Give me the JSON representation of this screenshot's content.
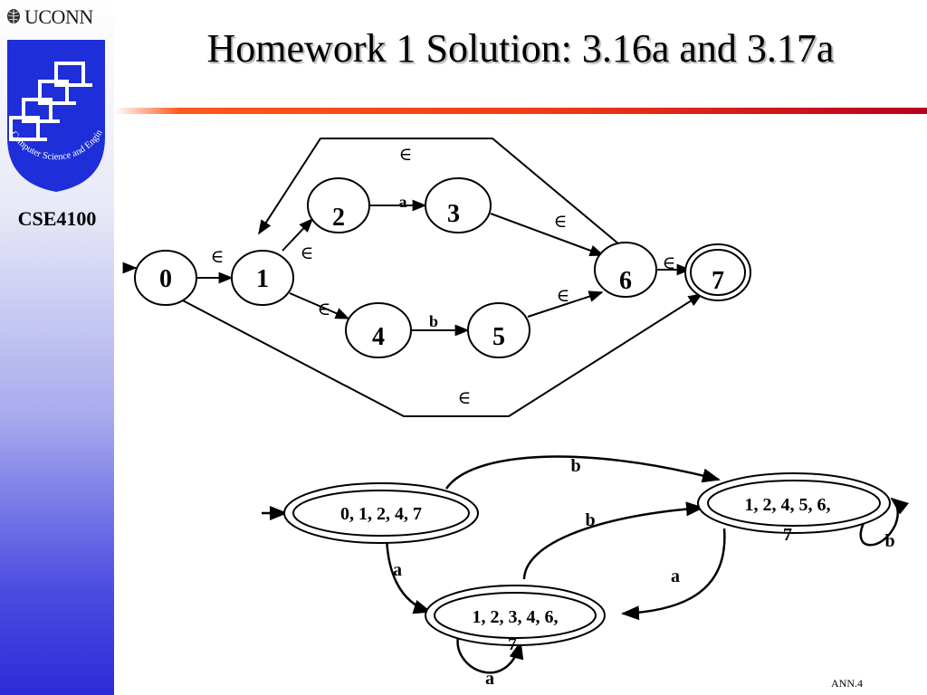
{
  "header": {
    "university": "UCONN",
    "course": "CSE4100",
    "title": "Homework 1 Solution: 3.16a and 3.17a",
    "slide_number": "ANN.4",
    "logo_text": "Computer Science and Engineering"
  },
  "nfa": {
    "states": [
      {
        "id": "0",
        "label": "0",
        "start": true,
        "accepting": false
      },
      {
        "id": "1",
        "label": "1",
        "start": false,
        "accepting": false
      },
      {
        "id": "2",
        "label": "2",
        "start": false,
        "accepting": false
      },
      {
        "id": "3",
        "label": "3",
        "start": false,
        "accepting": false
      },
      {
        "id": "4",
        "label": "4",
        "start": false,
        "accepting": false
      },
      {
        "id": "5",
        "label": "5",
        "start": false,
        "accepting": false
      },
      {
        "id": "6",
        "label": "6",
        "start": false,
        "accepting": false
      },
      {
        "id": "7",
        "label": "7",
        "start": false,
        "accepting": true
      }
    ],
    "transitions": [
      {
        "from": "0",
        "to": "1",
        "label": "∈"
      },
      {
        "from": "1",
        "to": "2",
        "label": "∈"
      },
      {
        "from": "1",
        "to": "4",
        "label": "∈"
      },
      {
        "from": "2",
        "to": "3",
        "label": "a"
      },
      {
        "from": "4",
        "to": "5",
        "label": "b"
      },
      {
        "from": "3",
        "to": "6",
        "label": "∈"
      },
      {
        "from": "5",
        "to": "6",
        "label": "∈"
      },
      {
        "from": "6",
        "to": "7",
        "label": "∈"
      },
      {
        "from": "6",
        "to": "1",
        "label": "∈"
      },
      {
        "from": "0",
        "to": "7",
        "label": "∈"
      }
    ]
  },
  "dfa": {
    "states": [
      {
        "id": "A",
        "label_line1": "0, 1, 2, 4, 7",
        "label_line2": "",
        "start": true
      },
      {
        "id": "B",
        "label_line1": "1, 2, 4, 5, 6,",
        "label_line2": "7",
        "start": false
      },
      {
        "id": "C",
        "label_line1": "1, 2, 3, 4, 6,",
        "label_line2": "7",
        "start": false
      }
    ],
    "transitions": [
      {
        "from": "A",
        "to": "B",
        "label": "b"
      },
      {
        "from": "A",
        "to": "C",
        "label": "a"
      },
      {
        "from": "C",
        "to": "B",
        "label": "b"
      },
      {
        "from": "B",
        "to": "C",
        "label": "a"
      },
      {
        "from": "B",
        "to": "B",
        "label": "b"
      },
      {
        "from": "C",
        "to": "C",
        "label": "a"
      }
    ]
  }
}
